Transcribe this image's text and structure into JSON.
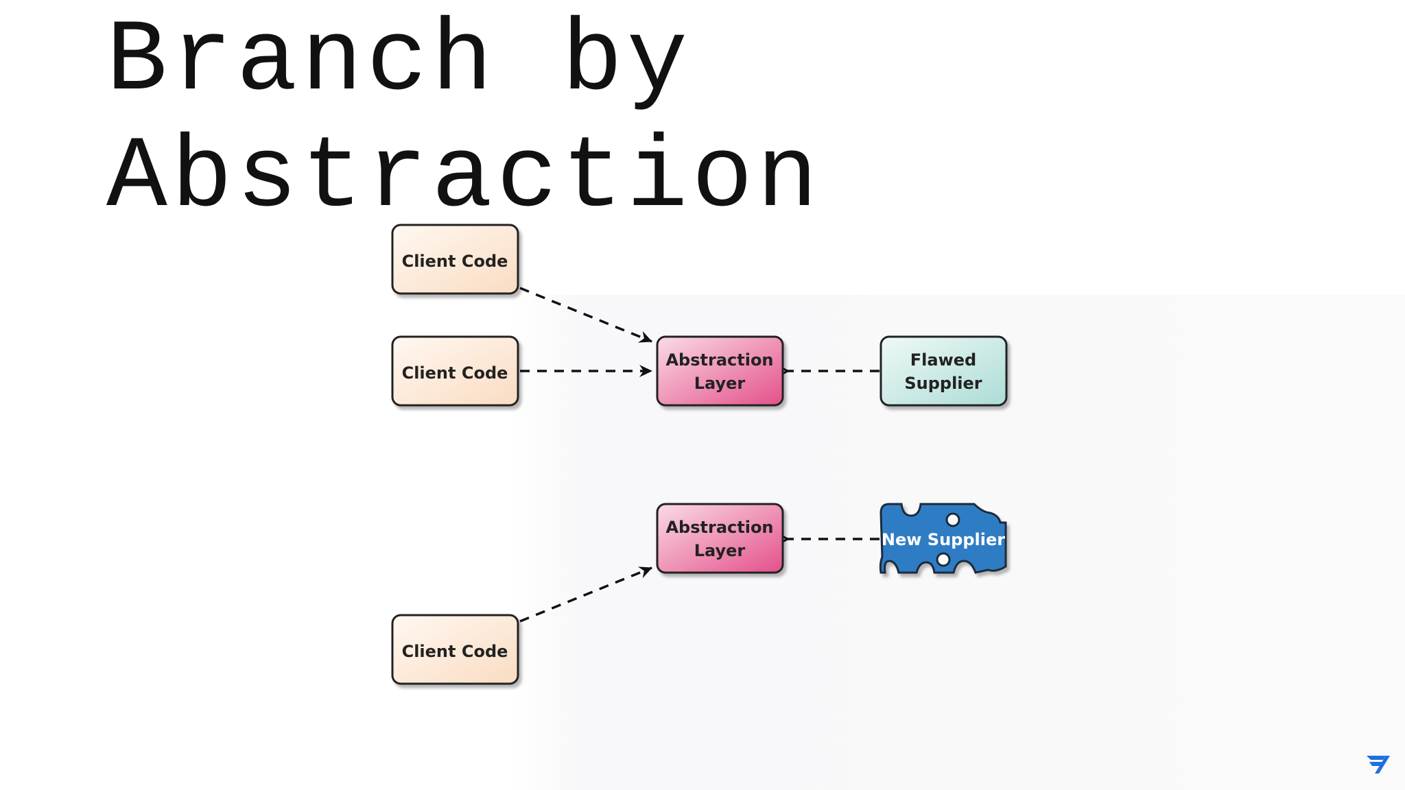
{
  "title": {
    "line1": "Branch by",
    "line2": "Abstraction"
  },
  "diagram": {
    "nodes": {
      "client_code_1": "Client Code",
      "client_code_2": "Client Code",
      "client_code_3": "Client Code",
      "abstraction_layer_1": [
        "Abstraction",
        "Layer"
      ],
      "abstraction_layer_2": [
        "Abstraction",
        "Layer"
      ],
      "flawed_supplier": [
        "Flawed",
        "Supplier"
      ],
      "new_supplier": "New Supplier"
    },
    "edges": [
      {
        "from": "client_code_1",
        "to": "abstraction_layer_1",
        "style": "dashed",
        "arrow": "open"
      },
      {
        "from": "client_code_2",
        "to": "abstraction_layer_1",
        "style": "dashed",
        "arrow": "open"
      },
      {
        "from": "flawed_supplier",
        "to": "abstraction_layer_1",
        "style": "dashed",
        "arrow": "hollow-triangle"
      },
      {
        "from": "client_code_3",
        "to": "abstraction_layer_2",
        "style": "dashed",
        "arrow": "open"
      },
      {
        "from": "new_supplier",
        "to": "abstraction_layer_2",
        "style": "dashed",
        "arrow": "hollow-triangle"
      }
    ]
  },
  "colors": {
    "client_fill_top": "#fff7f0",
    "client_fill_bottom": "#fbdfc6",
    "abstraction_fill_top": "#f8d3e2",
    "abstraction_fill_bottom": "#e5568d",
    "flawed_fill_top": "#e6f6f4",
    "flawed_fill_bottom": "#b5e1dc",
    "new_supplier_fill": "#2f7dc4",
    "stroke": "#222222"
  },
  "icons": {
    "logo": "brand-logo-icon"
  }
}
